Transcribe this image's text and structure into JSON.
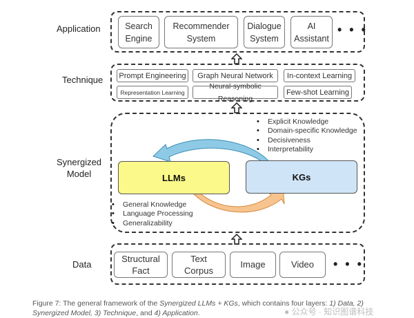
{
  "layers": {
    "application": {
      "label": "Application",
      "items": [
        "Search\nEngine",
        "Recommender\nSystem",
        "Dialogue\nSystem",
        "AI\nAssistant"
      ],
      "ellipsis": "• • •"
    },
    "technique": {
      "label": "Technique",
      "items": [
        "Prompt Engineering",
        "Graph Neural Network",
        "In-context Learning",
        "Representation Learning",
        "Neural-symbolic Reasoning",
        "Few-shot Learning"
      ]
    },
    "synergized": {
      "label": "Synergized\nModel",
      "llms": {
        "label": "LLMs",
        "color": "#fbf98a",
        "bullets": [
          "General Knowledge",
          "Language Processing",
          "Generalizability"
        ]
      },
      "kgs": {
        "label": "KGs",
        "color": "#cfe4f7",
        "bullets": [
          "Explicit Knowledge",
          "Domain-specific Knowledge",
          "Decisiveness",
          "Interpretability"
        ]
      },
      "arrow_kg_to_llm_color": "#8ecae6",
      "arrow_llm_to_kg_color": "#f7c48f"
    },
    "data": {
      "label": "Data",
      "items": [
        "Structural\nFact",
        "Text\nCorpus",
        "Image",
        "Video"
      ],
      "ellipsis": "• • •"
    }
  },
  "caption": {
    "prefix": "Figure 7: The general framework of the ",
    "title_italic": "Synergized LLMs + KGs",
    "middle": ", which contains four layers: ",
    "layers_italic_1": "1) Data, 2) Synergized Model, 3) Technique",
    "and": ", and ",
    "layers_italic_2": "4) Application",
    "end": "."
  },
  "watermark": "公众号 · 知识图谱科技"
}
